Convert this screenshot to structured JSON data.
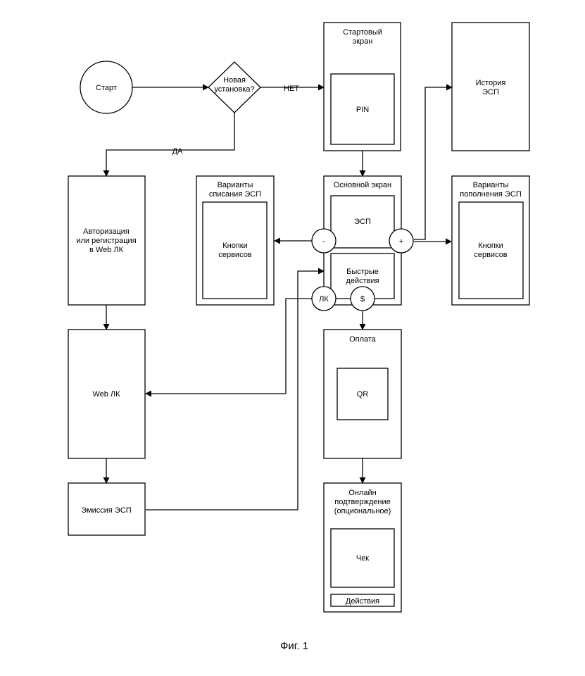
{
  "nodes": {
    "start": "Старт",
    "decision": [
      "Новая",
      "установка?"
    ],
    "start_screen_title": [
      "Стартовый",
      "экран"
    ],
    "pin": "PIN",
    "history": [
      "История",
      "ЭСП"
    ],
    "auth": [
      "Авторизация",
      "или регистрация",
      "в Web ЛК"
    ],
    "writeoff_title": [
      "Варианты",
      "списания ЭСП"
    ],
    "writeoff_buttons": [
      "Кнопки",
      "сервисов"
    ],
    "main_screen_title": "Основной экран",
    "esp": "ЭСП",
    "quick_actions": [
      "Быстрые",
      "действия"
    ],
    "topup_title": [
      "Варианты",
      "пополнения ЭСП"
    ],
    "topup_buttons": [
      "Кнопки",
      "сервисов"
    ],
    "minus": "-",
    "plus": "+",
    "lk": "ЛК",
    "dollar": "$",
    "web_lk": "Web ЛК",
    "payment": "Оплата",
    "qr": "QR",
    "emission": "Эмиссия ЭСП",
    "confirm_title": [
      "Онлайн",
      "подтверждение",
      "(опциональное)"
    ],
    "check": "Чек",
    "actions": "Действия"
  },
  "edges": {
    "no": "НЕТ",
    "yes": "ДА"
  },
  "caption": "Фиг. 1"
}
